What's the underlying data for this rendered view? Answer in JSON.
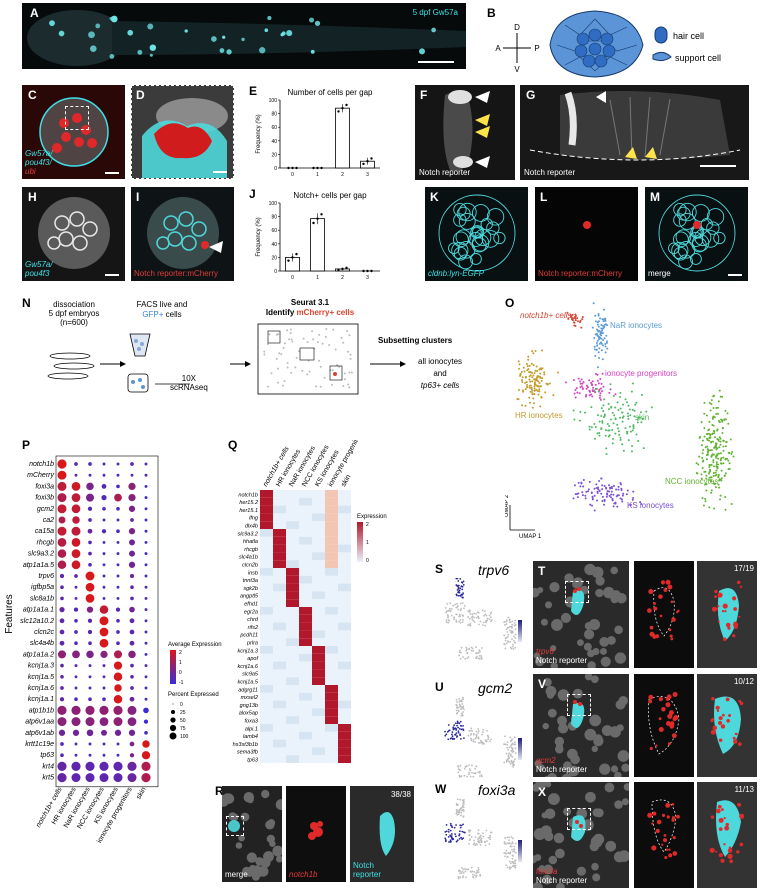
{
  "panels": {
    "A": {
      "label": "A",
      "caption": "5 dpf Gw57a"
    },
    "B": {
      "label": "B",
      "axis": {
        "d": "D",
        "v": "V",
        "a": "A",
        "p": "P"
      },
      "legend": {
        "hair": "hair cell",
        "support": "support cell"
      }
    },
    "C": {
      "label": "C",
      "caption_line1": "Gw57a/",
      "caption_line2": "pou4f3/",
      "caption_line3": "ubi"
    },
    "D": {
      "label": "D"
    },
    "E": {
      "label": "E"
    },
    "F": {
      "label": "F",
      "caption": "Notch reporter"
    },
    "G": {
      "label": "G",
      "caption": "Notch reporter"
    },
    "H": {
      "label": "H",
      "caption_line1": "Gw57a/",
      "caption_line2": "pou4f3"
    },
    "I": {
      "label": "I",
      "caption": "Notch reporter:mCherry"
    },
    "J": {
      "label": "J"
    },
    "K": {
      "label": "K",
      "caption": "cldnb:lyn-EGFP"
    },
    "L": {
      "label": "L",
      "caption": "Notch reporter:mCherry"
    },
    "M": {
      "label": "M",
      "caption": "merge"
    },
    "N": {
      "label": "N",
      "step1": "dissociation",
      "step1b": "5 dpf embryos",
      "step1c": "(n=600)",
      "step2": "FACS live and",
      "step2b_plain": "cells",
      "step2b_colored": "GFP+",
      "step3": "10X",
      "step3b": "scRNAseq",
      "step4": "Seurat 3.1",
      "step4b_plain": "Identify",
      "step4b_colored": "mCherry+ cells",
      "step5": "Subsetting clusters",
      "step5a": "all ionocytes",
      "step5b": "and",
      "step5c": "tp63+ cells"
    },
    "O": {
      "label": "O",
      "axis_x": "UMAP 1",
      "axis_y": "UMAP 2",
      "clusters": [
        {
          "name": "notch1b+ cells",
          "color": "#d9432f"
        },
        {
          "name": "NaR ionocytes",
          "color": "#5b9bd5"
        },
        {
          "name": "ionocyte progenitors",
          "color": "#d63fbf"
        },
        {
          "name": "HR ionocytes",
          "color": "#c49a2b"
        },
        {
          "name": "skin",
          "color": "#4fb860"
        },
        {
          "name": "NCC ionocytes",
          "color": "#62b233"
        },
        {
          "name": "KS ionocytes",
          "color": "#7b4fd6"
        }
      ]
    },
    "P": {
      "label": "P",
      "ylabel": "Features",
      "legend_title1": "Average Expression",
      "legend_vals": [
        "2",
        "1",
        "0",
        "-1"
      ],
      "legend_title2": "Percent Expressed",
      "legend_pcts": [
        "0",
        "25",
        "50",
        "75",
        "100"
      ],
      "colors": {
        "high": "#d7191c",
        "low": "#3b2bd6"
      }
    },
    "Q": {
      "label": "Q",
      "legend_title": "Expression",
      "legend_vals": [
        "2",
        "1",
        "0"
      ],
      "colors": {
        "high": "#b2182b",
        "low": "#eaf2fb"
      }
    },
    "R": {
      "label": "R",
      "count": "38/38",
      "c1": "merge",
      "c2": "notch1b",
      "c3": "Notch",
      "c3b": "reporter"
    },
    "S": {
      "label": "S",
      "gene": "trpv6"
    },
    "T": {
      "label": "T",
      "count": "17/19",
      "c1": "trpv6",
      "c2": "Notch reporter"
    },
    "U": {
      "label": "U",
      "gene": "gcm2"
    },
    "V": {
      "label": "V",
      "count": "10/12",
      "c1": "gcm2",
      "c2": "Notch reporter"
    },
    "W": {
      "label": "W",
      "gene": "foxi3a"
    },
    "X": {
      "label": "X",
      "count": "11/13",
      "c1": "foxi3a",
      "c2": "Notch reporter"
    }
  },
  "chart_data": [
    {
      "type": "bar",
      "title": "Number of cells per gap",
      "categories": [
        "0",
        "1",
        "2",
        "3"
      ],
      "values": [
        0,
        0,
        88,
        10
      ],
      "errors": [
        0,
        0,
        6,
        5
      ],
      "ylabel": "Frequency (%)",
      "ylim": [
        0,
        100
      ],
      "yticks": [
        0,
        20,
        40,
        60,
        80,
        100
      ]
    },
    {
      "type": "bar",
      "title": "Notch+ cells per gap",
      "categories": [
        "0",
        "1",
        "2",
        "3"
      ],
      "values": [
        20,
        77,
        3,
        0
      ],
      "errors": [
        6,
        8,
        2,
        0
      ],
      "ylabel": "Frequency (%)",
      "ylim": [
        0,
        100
      ],
      "yticks": [
        0,
        20,
        40,
        60,
        80,
        100
      ]
    },
    {
      "type": "scatter",
      "subtype": "dotplot",
      "features": [
        "notch1b",
        "mCherry",
        "foxi3a",
        "foxi3b",
        "gcm2",
        "ca2",
        "ca15a",
        "rhcgb",
        "slc9a3.2",
        "atp1a1a.5",
        "trpv6",
        "igfbp5a",
        "slc8a1b",
        "atp1a1a.1",
        "slc12a10.2",
        "clcn2c",
        "slc4a4b",
        "atp1a1a.2",
        "kcnj1a.3",
        "kcnj1a.5",
        "kcnj1a.6",
        "kcnj1a.1",
        "atp1b1b",
        "atp6v1aa",
        "atp6v1ab",
        "krtt1c19e",
        "tp63",
        "krt4",
        "krt5"
      ],
      "groups": [
        "notch1b+ cells",
        "HR ionocytes",
        "NaR ionocytes",
        "NCC ionocytes",
        "KS ionocytes",
        "ionocyte progenitors",
        "skin"
      ],
      "pct": [
        [
          95,
          10,
          10,
          5,
          5,
          10,
          5
        ],
        [
          90,
          5,
          5,
          5,
          5,
          5,
          5
        ],
        [
          90,
          85,
          60,
          20,
          10,
          55,
          5
        ],
        [
          90,
          85,
          70,
          25,
          65,
          55,
          5
        ],
        [
          90,
          85,
          15,
          10,
          10,
          40,
          5
        ],
        [
          50,
          60,
          10,
          5,
          5,
          10,
          5
        ],
        [
          90,
          90,
          20,
          15,
          10,
          40,
          5
        ],
        [
          85,
          85,
          10,
          5,
          5,
          35,
          5
        ],
        [
          80,
          85,
          10,
          5,
          5,
          35,
          5
        ],
        [
          80,
          85,
          10,
          5,
          5,
          40,
          5
        ],
        [
          15,
          10,
          90,
          5,
          5,
          15,
          5
        ],
        [
          10,
          5,
          85,
          5,
          5,
          10,
          5
        ],
        [
          10,
          5,
          85,
          5,
          5,
          10,
          5
        ],
        [
          25,
          15,
          40,
          80,
          15,
          30,
          5
        ],
        [
          20,
          10,
          15,
          90,
          10,
          20,
          5
        ],
        [
          20,
          10,
          15,
          85,
          10,
          20,
          5
        ],
        [
          20,
          10,
          10,
          85,
          10,
          20,
          5
        ],
        [
          70,
          65,
          60,
          55,
          70,
          60,
          5
        ],
        [
          10,
          5,
          5,
          5,
          75,
          10,
          5
        ],
        [
          10,
          5,
          5,
          5,
          80,
          10,
          5
        ],
        [
          10,
          5,
          5,
          5,
          60,
          10,
          5
        ],
        [
          15,
          10,
          10,
          10,
          80,
          20,
          5
        ],
        [
          95,
          95,
          95,
          95,
          95,
          90,
          30
        ],
        [
          90,
          90,
          90,
          85,
          90,
          85,
          15
        ],
        [
          40,
          40,
          45,
          35,
          40,
          40,
          10
        ],
        [
          10,
          5,
          5,
          5,
          5,
          20,
          60
        ],
        [
          10,
          5,
          5,
          5,
          5,
          15,
          75
        ],
        [
          95,
          95,
          95,
          95,
          95,
          95,
          95
        ],
        [
          95,
          90,
          90,
          90,
          90,
          90,
          95
        ]
      ],
      "avg": [
        [
          2,
          -0.5,
          -0.5,
          -0.5,
          -0.5,
          -0.3,
          -0.5
        ],
        [
          2,
          -0.5,
          -0.5,
          -0.5,
          -0.5,
          -0.5,
          -0.5
        ],
        [
          1.5,
          1.8,
          0.2,
          -0.6,
          -0.8,
          0.5,
          -1
        ],
        [
          1.2,
          1.5,
          0.2,
          -0.6,
          1.2,
          0.4,
          -1
        ],
        [
          1.6,
          1.6,
          -0.4,
          -0.6,
          -0.6,
          0.2,
          -1
        ],
        [
          1.2,
          1.5,
          -0.4,
          -0.6,
          -0.6,
          -0.2,
          -1
        ],
        [
          1.6,
          1.5,
          -0.2,
          -0.5,
          -0.6,
          0.2,
          -1
        ],
        [
          1.4,
          1.8,
          -0.5,
          -0.6,
          -0.6,
          0,
          -1
        ],
        [
          1.2,
          1.8,
          -0.5,
          -0.6,
          -0.6,
          0,
          -1
        ],
        [
          1.2,
          1.8,
          -0.5,
          -0.6,
          -0.6,
          0,
          -1
        ],
        [
          -0.3,
          -0.5,
          2,
          -0.6,
          -0.6,
          0,
          -0.6
        ],
        [
          -0.4,
          -0.5,
          2,
          -0.6,
          -0.6,
          -0.3,
          -0.6
        ],
        [
          -0.4,
          -0.5,
          2,
          -0.6,
          -0.6,
          -0.3,
          -0.6
        ],
        [
          -0.2,
          -0.5,
          0.4,
          1.6,
          -0.5,
          0,
          -0.6
        ],
        [
          -0.3,
          -0.5,
          -0.4,
          2,
          -0.5,
          -0.3,
          -0.6
        ],
        [
          -0.3,
          -0.5,
          -0.4,
          2,
          -0.5,
          -0.3,
          -0.6
        ],
        [
          -0.3,
          -0.5,
          -0.4,
          2,
          -0.5,
          -0.3,
          -0.6
        ],
        [
          0.6,
          0.4,
          0.2,
          0.4,
          1.2,
          0.4,
          -1
        ],
        [
          -0.3,
          -0.5,
          -0.5,
          -0.5,
          2,
          -0.3,
          -0.6
        ],
        [
          -0.3,
          -0.5,
          -0.5,
          -0.5,
          2,
          -0.3,
          -0.6
        ],
        [
          -0.3,
          -0.5,
          -0.5,
          -0.5,
          2,
          -0.3,
          -0.6
        ],
        [
          -0.3,
          -0.5,
          -0.5,
          -0.5,
          2,
          0,
          -0.6
        ],
        [
          0.6,
          0.6,
          0.6,
          0.6,
          0.7,
          0.4,
          -1
        ],
        [
          0.5,
          0.5,
          0.5,
          0.4,
          0.6,
          0.4,
          -1
        ],
        [
          0,
          0,
          0,
          0,
          0,
          0,
          -0.8
        ],
        [
          -0.5,
          -0.6,
          -0.6,
          -0.6,
          -0.6,
          0.2,
          2
        ],
        [
          -0.5,
          -0.6,
          -0.6,
          -0.6,
          -0.6,
          0.2,
          2
        ],
        [
          -0.2,
          -0.3,
          -0.3,
          -0.3,
          -0.3,
          -0.1,
          1.2
        ],
        [
          -0.2,
          -0.3,
          -0.3,
          -0.3,
          -0.3,
          -0.1,
          1.2
        ]
      ]
    },
    {
      "type": "heatmap",
      "columns": [
        "notch1b+ cells",
        "HR ionocytes",
        "NaR ionocytes",
        "NCC ionocytes",
        "KS ionocytes",
        "ionocyte progenitors",
        "skin"
      ],
      "rows": [
        "notch1b",
        "her15.2",
        "her15.1",
        "lfng",
        "dlx4b",
        "slc9a3.2",
        "hhatla",
        "rhcgb",
        "slc4a1b",
        "clcn2b",
        "insb",
        "tnnt3a",
        "sgk2b",
        "angptl5",
        "efhd1",
        "egr2a",
        "chrd",
        "rifs2",
        "pcdh11",
        "prlra",
        "kcnj1a.3",
        "apof",
        "kcnj1a.6",
        "slc9a5",
        "kcnj1a.5",
        "adgrg11",
        "mxsel2",
        "gng13b",
        "alox5ap",
        "foxa3",
        "alpi.1",
        "lamb4",
        "hs3st3b1b",
        "sema3fb",
        "tp63"
      ],
      "block": [
        5,
        5,
        5,
        5,
        5,
        5,
        5
      ]
    }
  ]
}
